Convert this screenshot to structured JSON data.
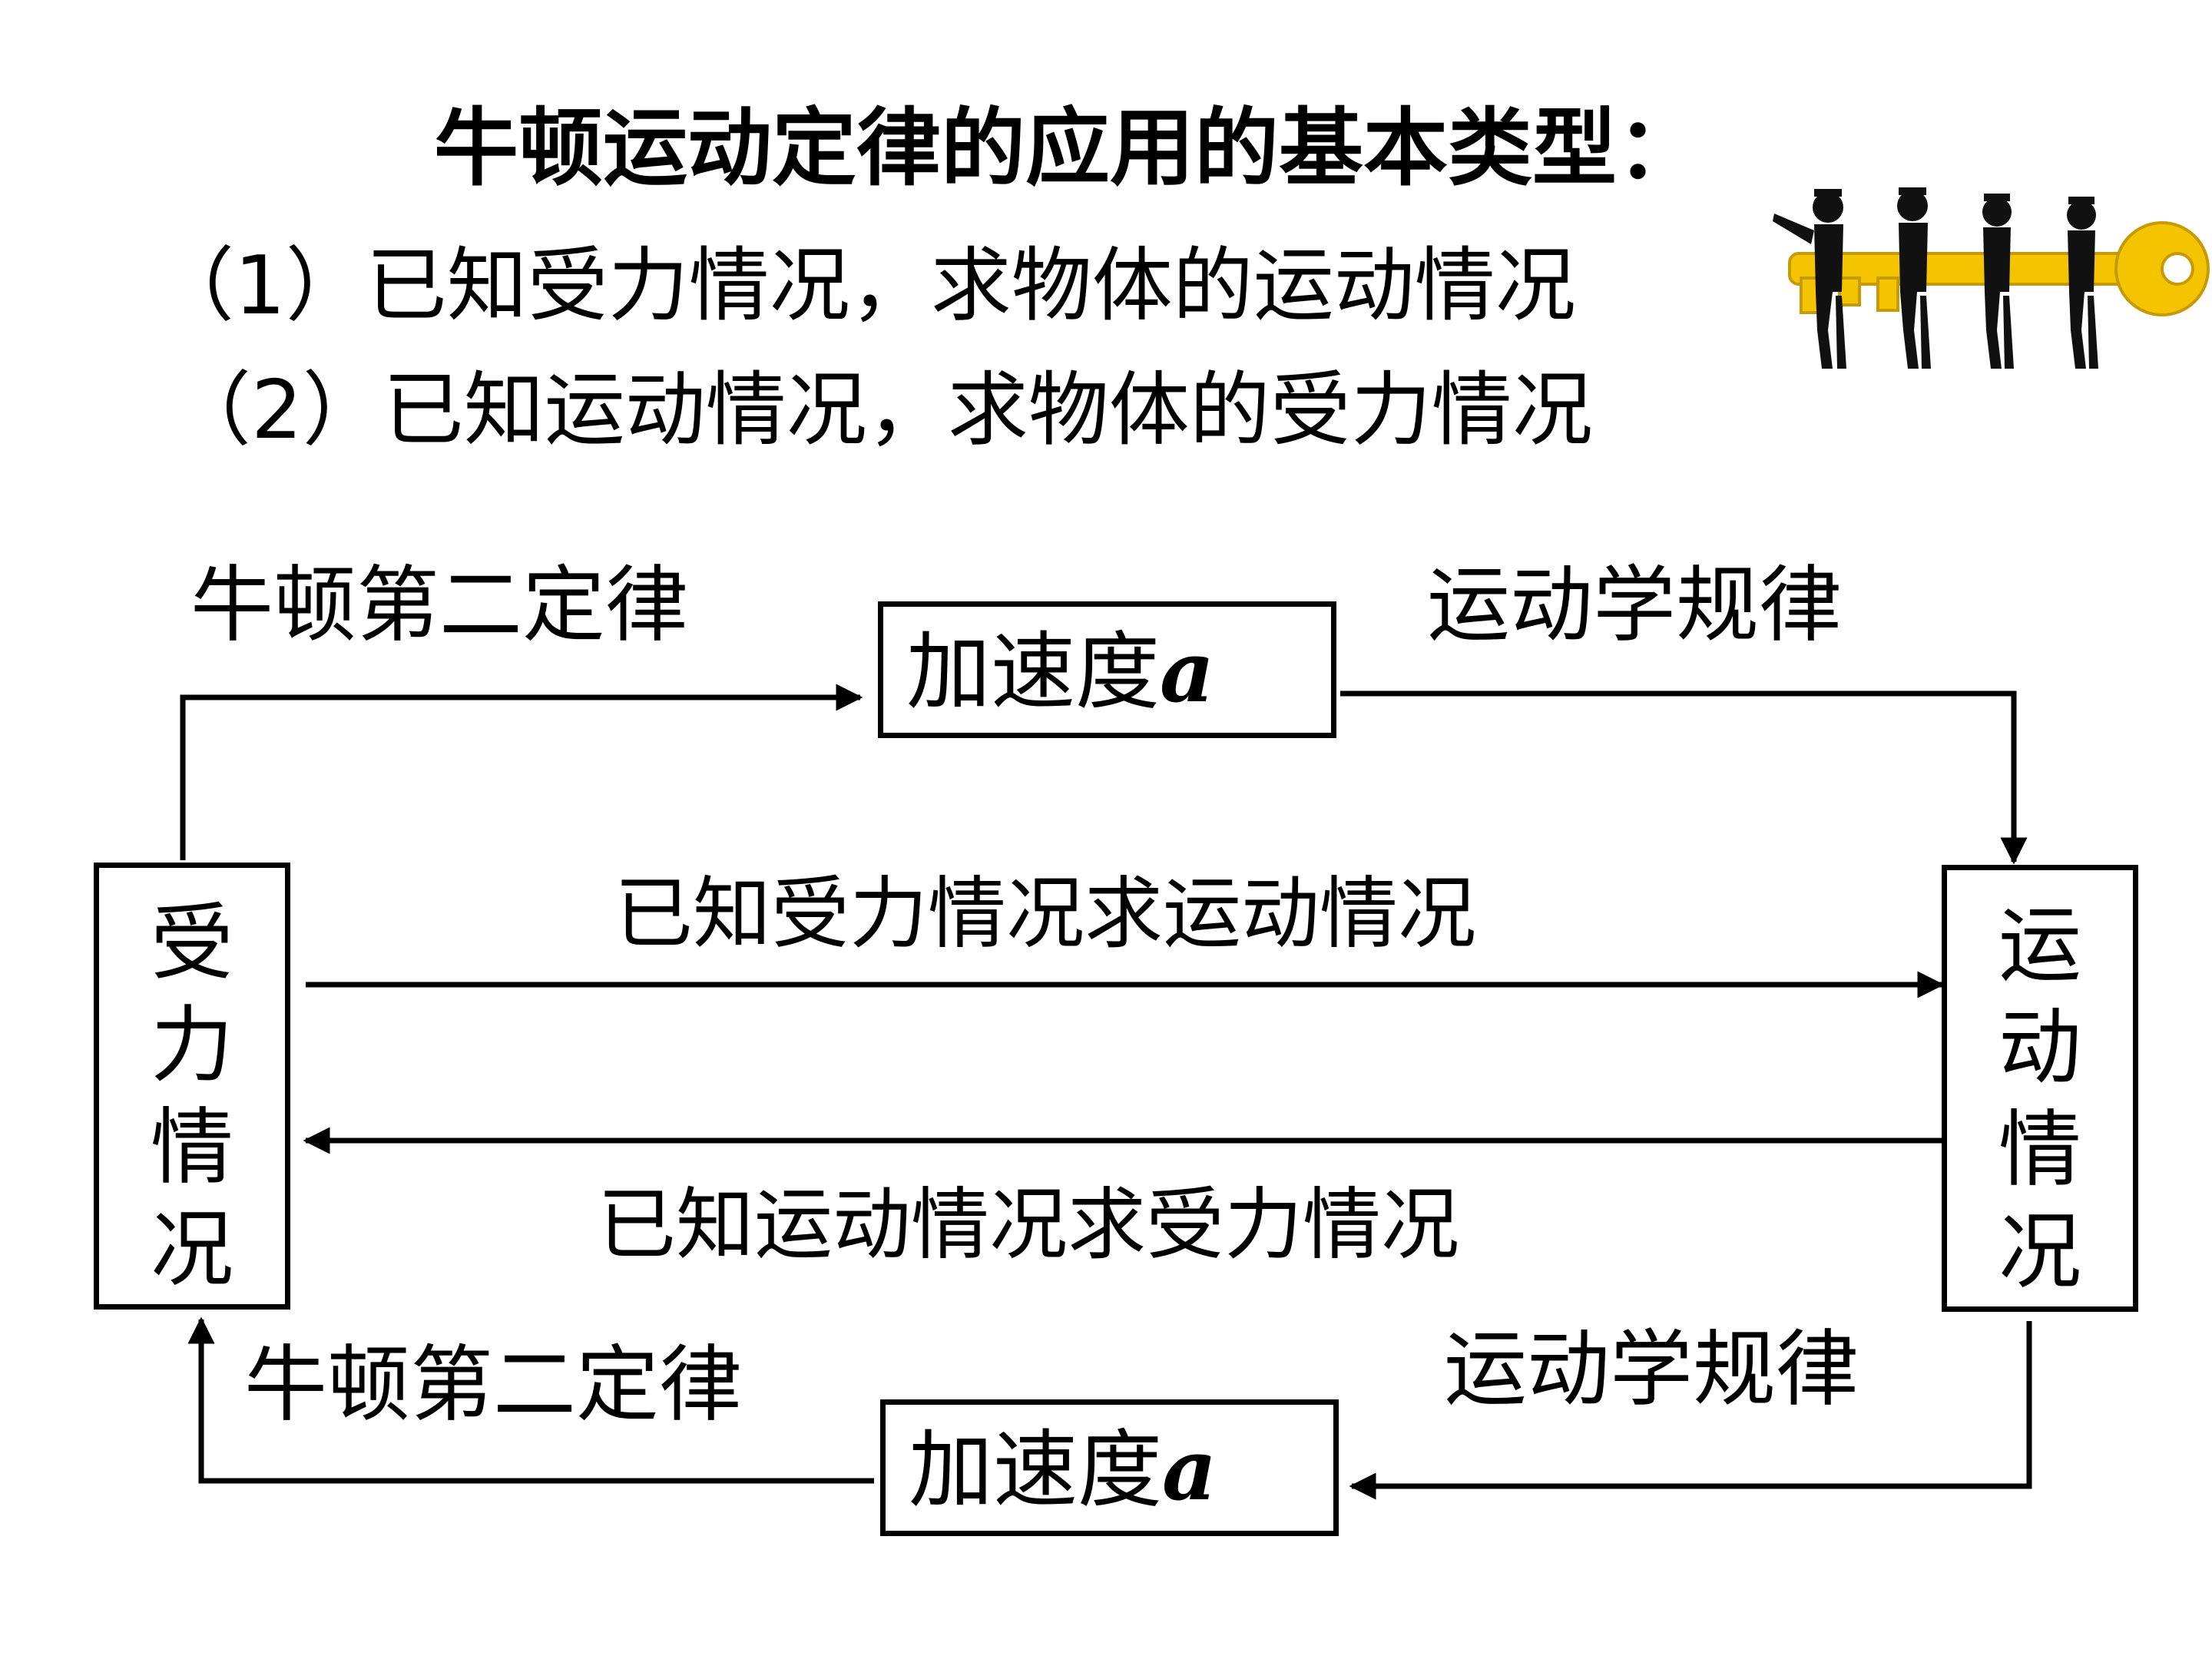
{
  "title": "牛顿运动定律的应用的基本类型：",
  "types": [
    "（1）已知受力情况，求物体的运动情况",
    "（2）已知运动情况，求物体的受力情况"
  ],
  "diagram": {
    "left_box": {
      "chars": [
        "受",
        "力",
        "情",
        "况"
      ]
    },
    "right_box": {
      "chars": [
        "运",
        "动",
        "情",
        "况"
      ]
    },
    "top_box": {
      "label": "加速度",
      "var": "a"
    },
    "bottom_box": {
      "label": "加速度",
      "var": "a"
    },
    "top_left_label": "牛顿第二定律",
    "top_right_label": "运动学规律",
    "bottom_left_label": "牛顿第二定律",
    "bottom_right_label": "运动学规律",
    "middle_forward_label": "已知受力情况求运动情况",
    "middle_backward_label": "已知运动情况求受力情况"
  },
  "clipart": {
    "icon": "people-carrying-key-icon",
    "key_color": "#f5c400"
  }
}
